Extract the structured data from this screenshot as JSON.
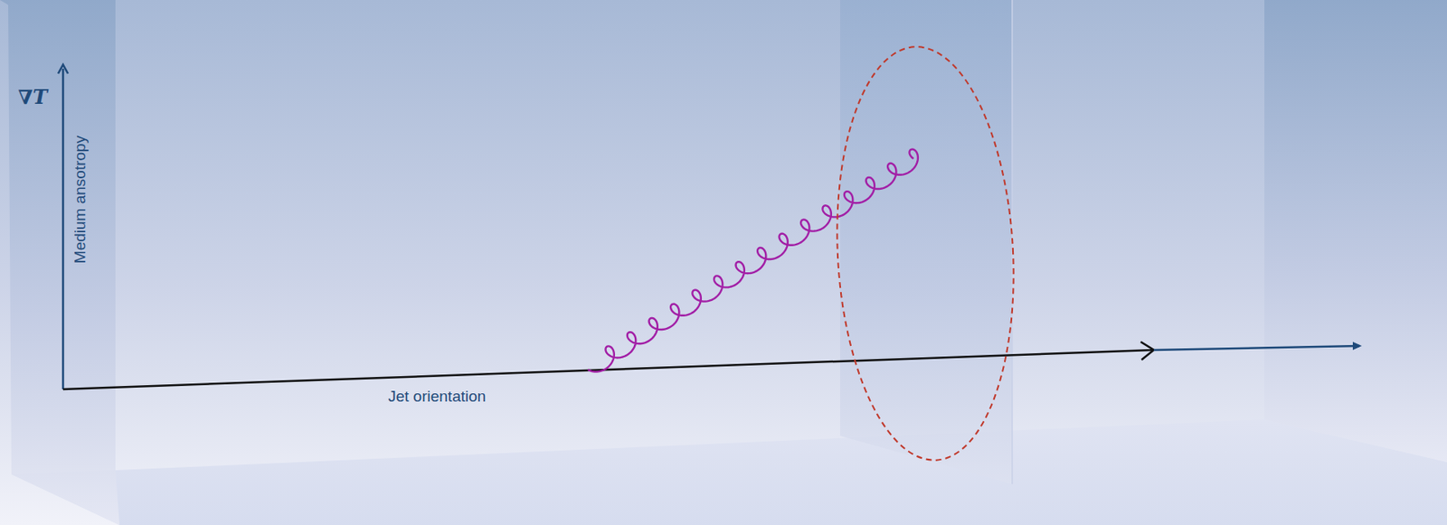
{
  "diagram": {
    "labels": [
      "∇T",
      "Medium ansotropy",
      "Jet orientation"
    ]
  }
}
